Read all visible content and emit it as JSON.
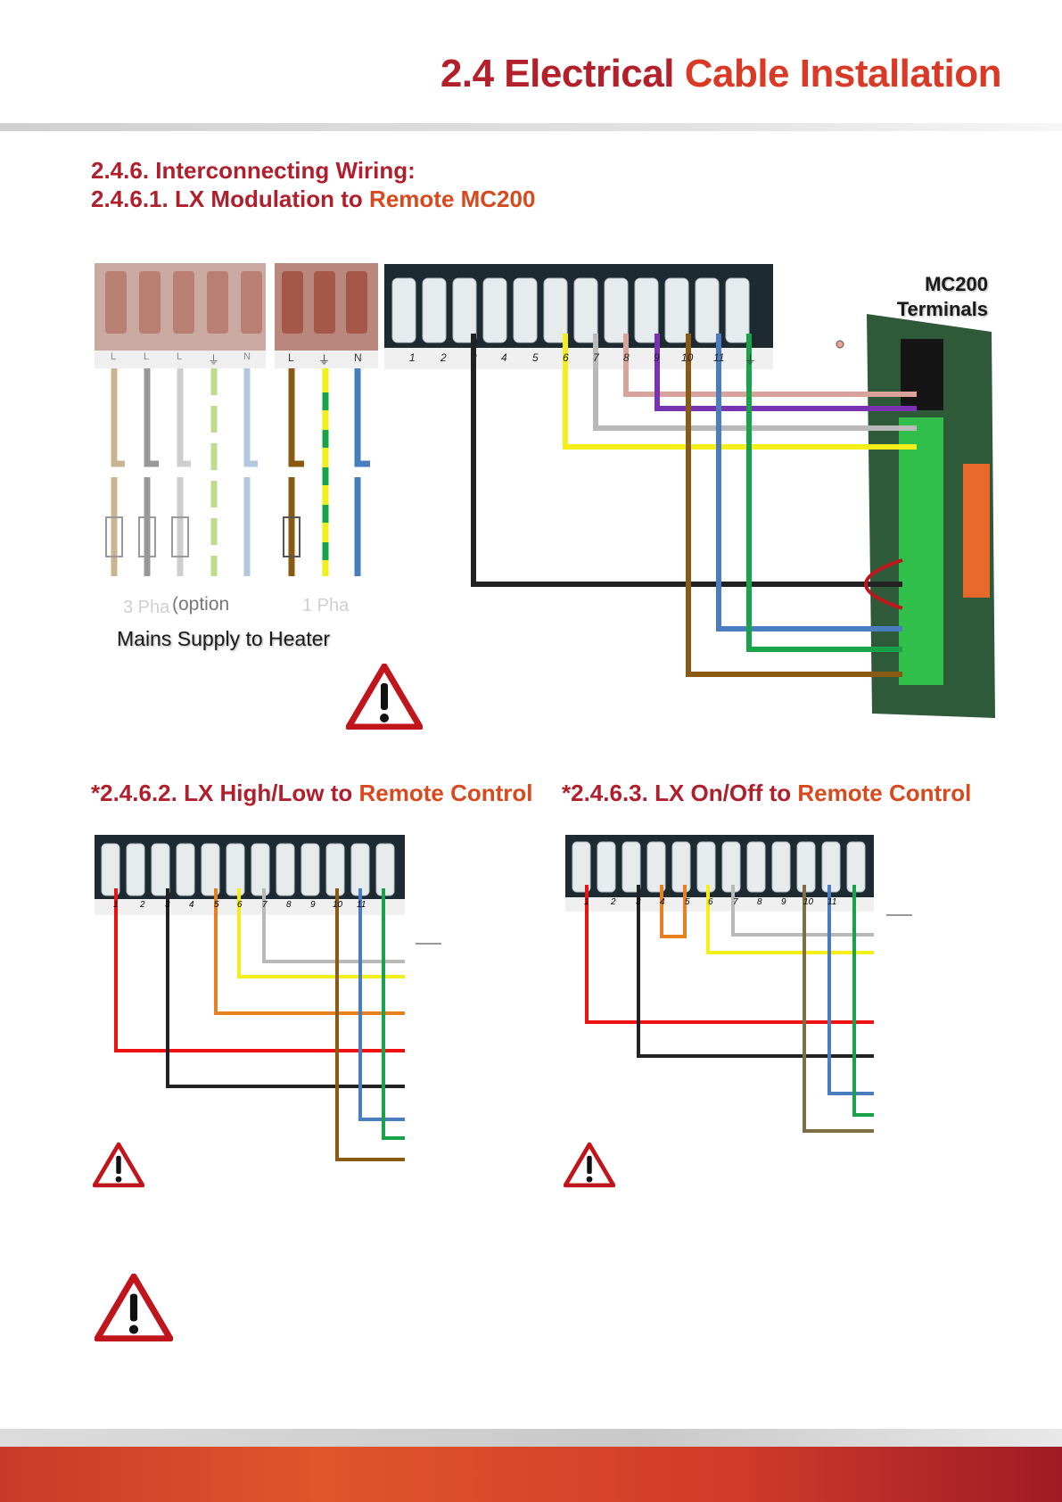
{
  "header": {
    "title_part1": "2.4 Electrical",
    "title_part2": "Cable Installation"
  },
  "section_1": {
    "heading_line1": "2.4.6. Interconnecting Wiring:",
    "heading_line2_part1": "2.4.6.1. LX Modulation to",
    "heading_line2_part2": "Remote MC200",
    "mc200_label_line1": "MC200",
    "mc200_label_line2": "Terminals",
    "option_label": "(option",
    "three_phase_label": "3 Pha",
    "one_phase_label": "1 Pha",
    "mains_label": "Mains Supply to Heater",
    "terminal_numbers": [
      "1",
      "2",
      "3",
      "4",
      "5",
      "6",
      "7",
      "8",
      "9",
      "10",
      "11"
    ],
    "supply_terminals": [
      "L",
      "L",
      "L",
      "N",
      "L",
      "N"
    ]
  },
  "section_2": {
    "heading_part1": "*2.4.6.2. LX High/Low to",
    "heading_part2": "Remote Control",
    "terminal_numbers": [
      "1",
      "2",
      "3",
      "4",
      "5",
      "6",
      "7",
      "8",
      "9",
      "10",
      "11"
    ]
  },
  "section_3": {
    "heading_part1": "*2.4.6.3. LX On/Off to",
    "heading_part2": "Remote Control",
    "terminal_numbers": [
      "1",
      "2",
      "3",
      "4",
      "5",
      "6",
      "7",
      "8",
      "9",
      "10",
      "11"
    ]
  },
  "icons": {
    "warning": "warning-triangle-icon",
    "earth": "earth-symbol-icon"
  },
  "colors": {
    "brand_red": "#b01f2b",
    "brand_orange": "#d84a1e"
  }
}
